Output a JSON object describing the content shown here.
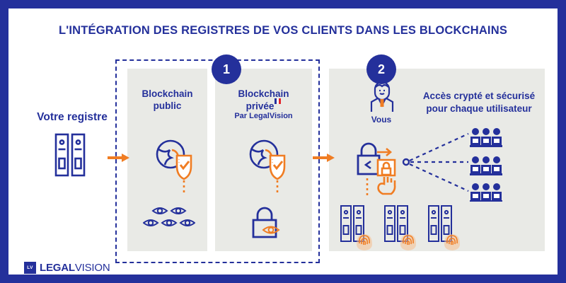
{
  "colors": {
    "brand_blue": "#24309b",
    "accent_orange": "#f07d23",
    "panel_grey": "#e9eae6",
    "canvas_white": "#ffffff",
    "flag_red": "#e2242a"
  },
  "header": {
    "title": "L'INTÉGRATION DES REGISTRES DE VOS CLIENTS DANS LES BLOCKCHAINS"
  },
  "source": {
    "label": "Votre registre",
    "icon": "binders-icon",
    "arrow": "arrow-right-icon"
  },
  "steps": [
    {
      "number": "1",
      "name": "step-1-badge"
    },
    {
      "number": "2",
      "name": "step-2-badge"
    }
  ],
  "columns": {
    "public": {
      "heading_line1": "Blockchain",
      "heading_line2": "public",
      "icons": [
        "globe-shield-icon",
        "eye-icon"
      ],
      "eye_count": 5
    },
    "private": {
      "heading_line1": "Blockchain",
      "heading_line2": "privée",
      "flag": "french-flag-icon",
      "subheading": "Par LegalVision",
      "icons": [
        "globe-shield-icon",
        "padlock-eye-icon"
      ]
    }
  },
  "access": {
    "user_label": "Vous",
    "user_icon": "businessman-icon",
    "heading_line1": "Accès crypté et sécurisé",
    "heading_line2": "pour chaque utilisateur",
    "unlock_icon": "unlock-access-icon",
    "group_count": 3,
    "group_icon": "user-group-icon",
    "registry_count": 3,
    "registry_icon": "binder-fingerprint-icon"
  },
  "logo": {
    "mark": "LV",
    "bold_part": "LEGAL",
    "light_part": "VISION"
  }
}
